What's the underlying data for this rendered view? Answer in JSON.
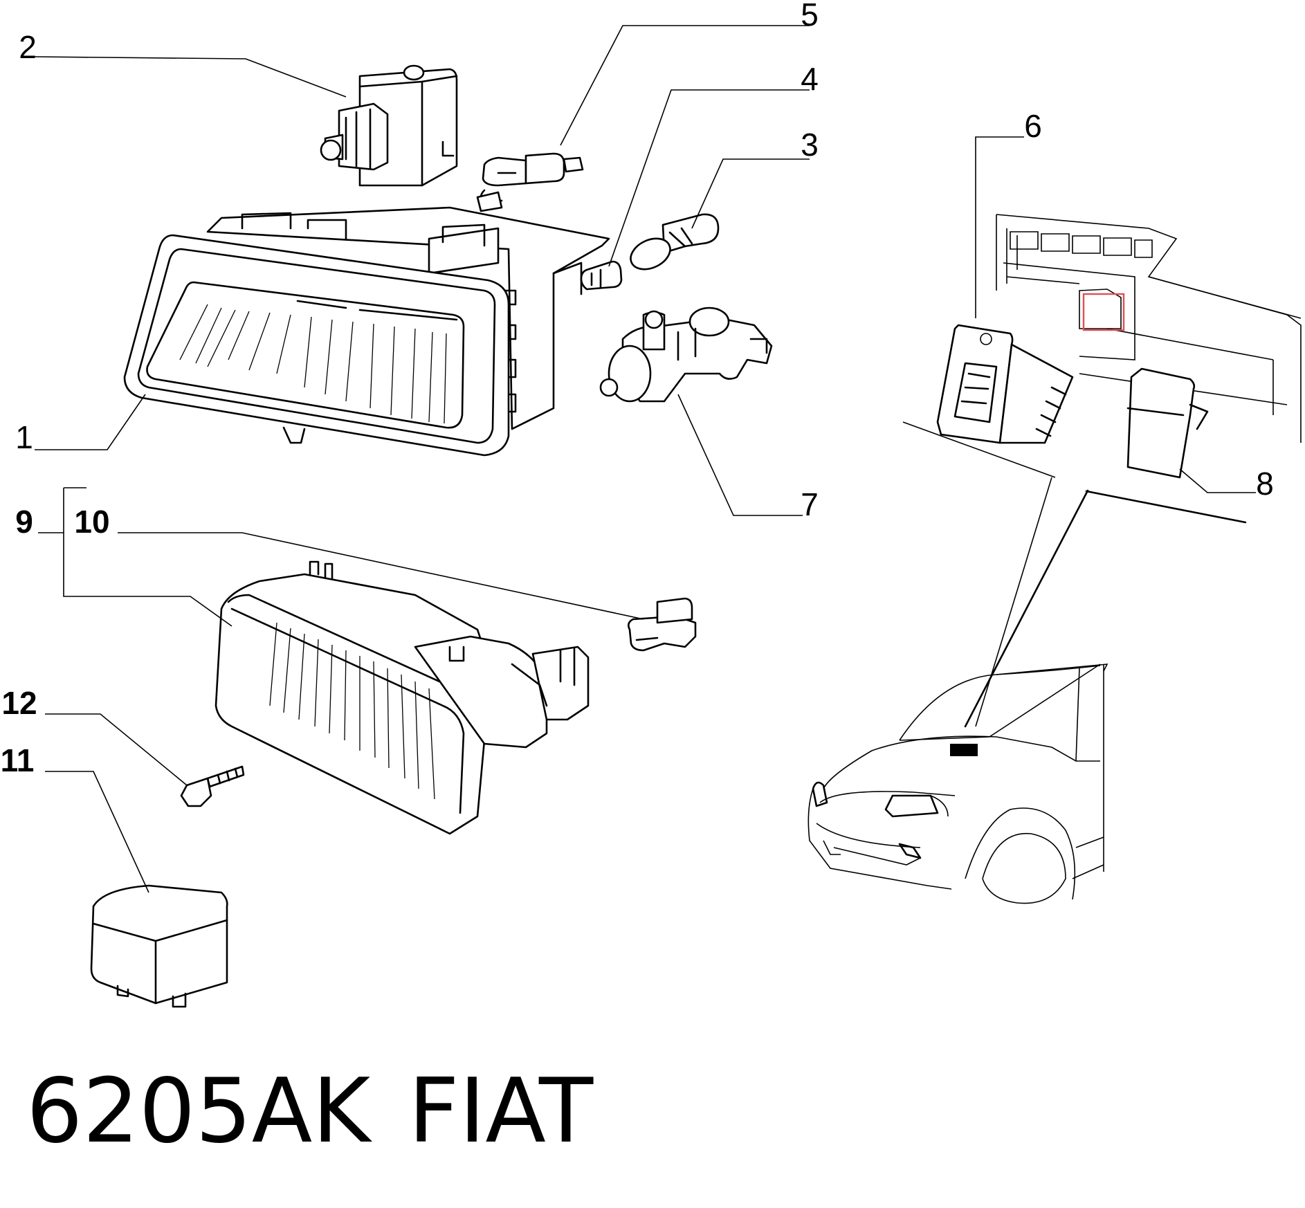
{
  "callouts": {
    "c1": "1",
    "c2": "2",
    "c3": "3",
    "c4": "4",
    "c5": "5",
    "c6": "6",
    "c7": "7",
    "c8": "8",
    "c9": "9",
    "c10": "10",
    "c11": "11",
    "c12": "12"
  },
  "footer": {
    "code": "6205AK",
    "brand": "FIAT"
  },
  "highlight_color": "#e05050"
}
